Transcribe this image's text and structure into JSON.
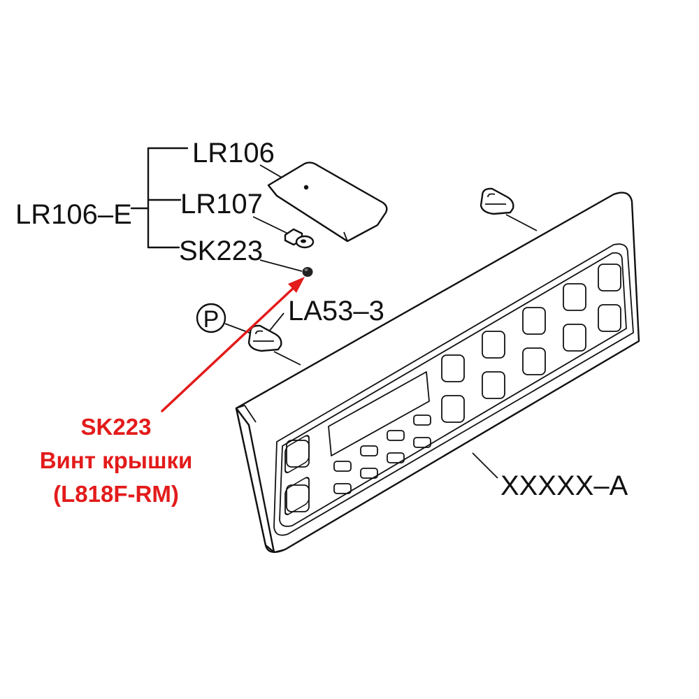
{
  "labels": {
    "assembly": "LR106–E",
    "lr106": "LR106",
    "lr107": "LR107",
    "sk223": "SK223",
    "la53": "LA53–3",
    "p_marker": "P",
    "panel": "XXXXX–A"
  },
  "callout": {
    "code": "SK223",
    "name": "Винт крышки",
    "model": "(L818F-RM)",
    "color": "#e31b1b"
  },
  "colors": {
    "line": "#111111",
    "background": "#ffffff",
    "accent": "#e31b1b"
  }
}
